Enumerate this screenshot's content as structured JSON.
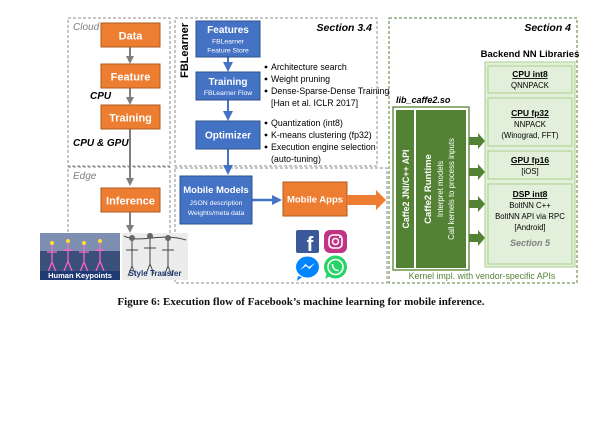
{
  "regions": {
    "cloud": "Cloud",
    "edge": "Edge",
    "section_34": "Section 3.4",
    "section_4": "Section 4",
    "fblearner": "FBLearner",
    "section_5": "Section 5"
  },
  "left_column": {
    "data": "Data",
    "feature": "Feature",
    "cpu": "CPU",
    "training": "Training",
    "cpu_gpu": "CPU & GPU",
    "inference": "Inference",
    "human_keypoints": "Human Keypoints",
    "style_transfer": "Style Transfer"
  },
  "fblearner_boxes": {
    "features_title": "Features",
    "features_sub1": "FBLearner",
    "features_sub2": "Feature Store",
    "training_title": "Training",
    "training_sub": "FBLearner Flow",
    "optimizer": "Optimizer"
  },
  "training_bullets": [
    "Architecture search",
    "Weight pruning",
    "Dense-Sparse-Dense Training",
    "[Han et al. ICLR 2017]"
  ],
  "optimizer_bullets": [
    "Quantization (int8)",
    "K-means clustering (fp32)",
    "Execution engine selection",
    "(auto-tuning)"
  ],
  "mobile_models": {
    "title": "Mobile Models",
    "line1": "JSON description",
    "line2": "Weights/meta data"
  },
  "mobile_apps": "Mobile Apps",
  "caffe2": {
    "lib": "lib_caffe2.so",
    "api": "Caffe2 JNI/C++ API",
    "runtime": "Caffe2 Runtime",
    "interpret": "Interpret models",
    "call": "Call kernels to process inputs"
  },
  "backend": {
    "title": "Backend NN Libraries",
    "boxes": [
      {
        "lines": [
          "CPU int8",
          "QNNPACK"
        ]
      },
      {
        "lines": [
          "CPU fp32",
          "NNPACK",
          "(Winograd, FFT)"
        ]
      },
      {
        "lines": [
          "GPU fp16",
          "[iOS]"
        ]
      },
      {
        "lines": [
          "DSP int8",
          "BoltNN C++",
          "BoltNN API via RPC",
          "[Android]"
        ]
      }
    ]
  },
  "kernel_note": "Kernel impl. with vendor-specific APIs",
  "caption": "Figure 6: Execution flow of Facebook’s machine learning for mobile inference.",
  "colors": {
    "orange": "#ed7d31",
    "blue": "#4472c4",
    "green_dark": "#548235",
    "green_light": "#e2efda",
    "gray_dash": "#8c8c8c"
  }
}
